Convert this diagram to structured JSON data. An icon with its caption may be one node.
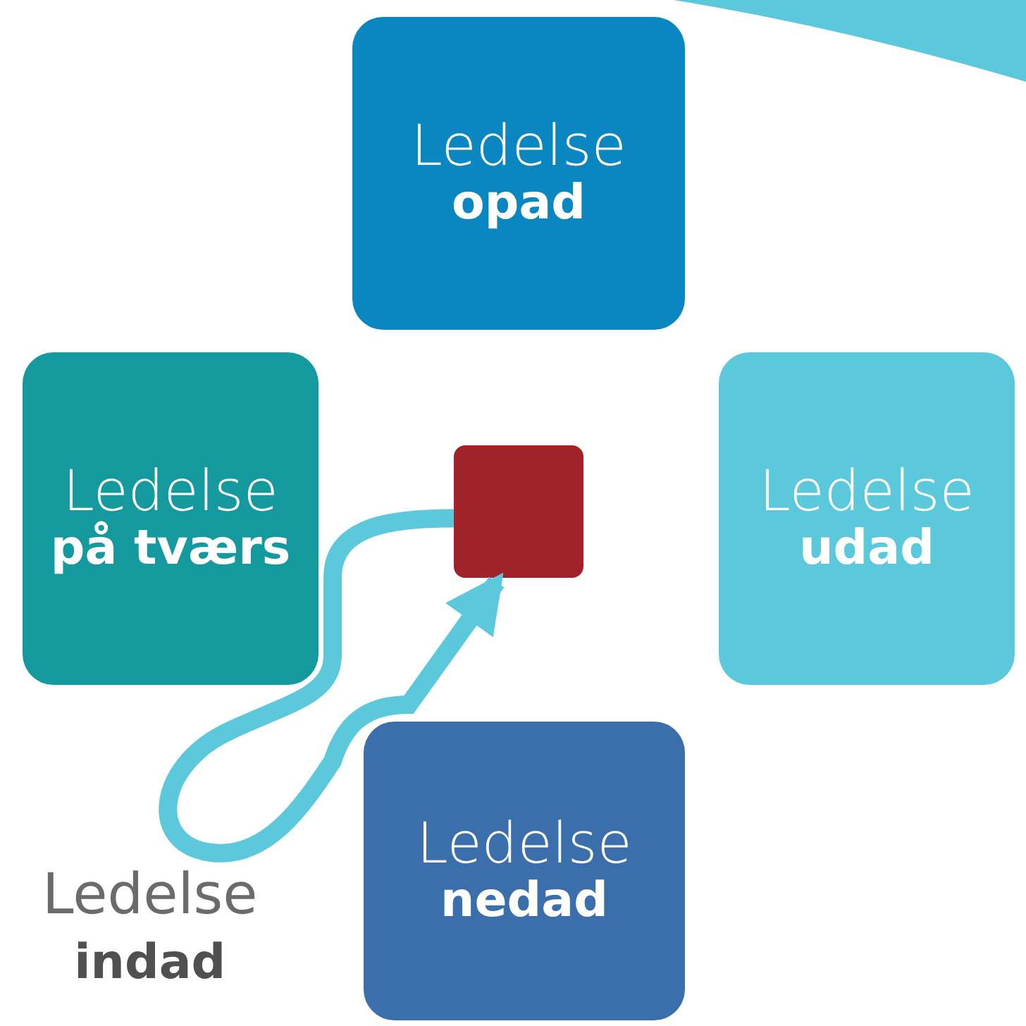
{
  "diagram": {
    "nodes": [
      {
        "text": [
          "Ledelse",
          "opad"
        ]
      },
      {
        "text": [
          "Ledelse",
          "udad"
        ]
      },
      {
        "text": [
          "Ledelse",
          "nedad"
        ]
      },
      {
        "text": [
          "Ledelse",
          "på tværs"
        ]
      },
      {
        "text": [],
        "shape": "box"
      },
      {
        "text": [],
        "shape": "box",
        "in": 4
      },
      {
        "text": [],
        "shape": "band"
      }
    ],
    "edges": [
      {
        "from": 5,
        "to": 5,
        "arrow": "to"
      }
    ],
    "labels": [
      "Ledelse **indad**"
    ]
  }
}
